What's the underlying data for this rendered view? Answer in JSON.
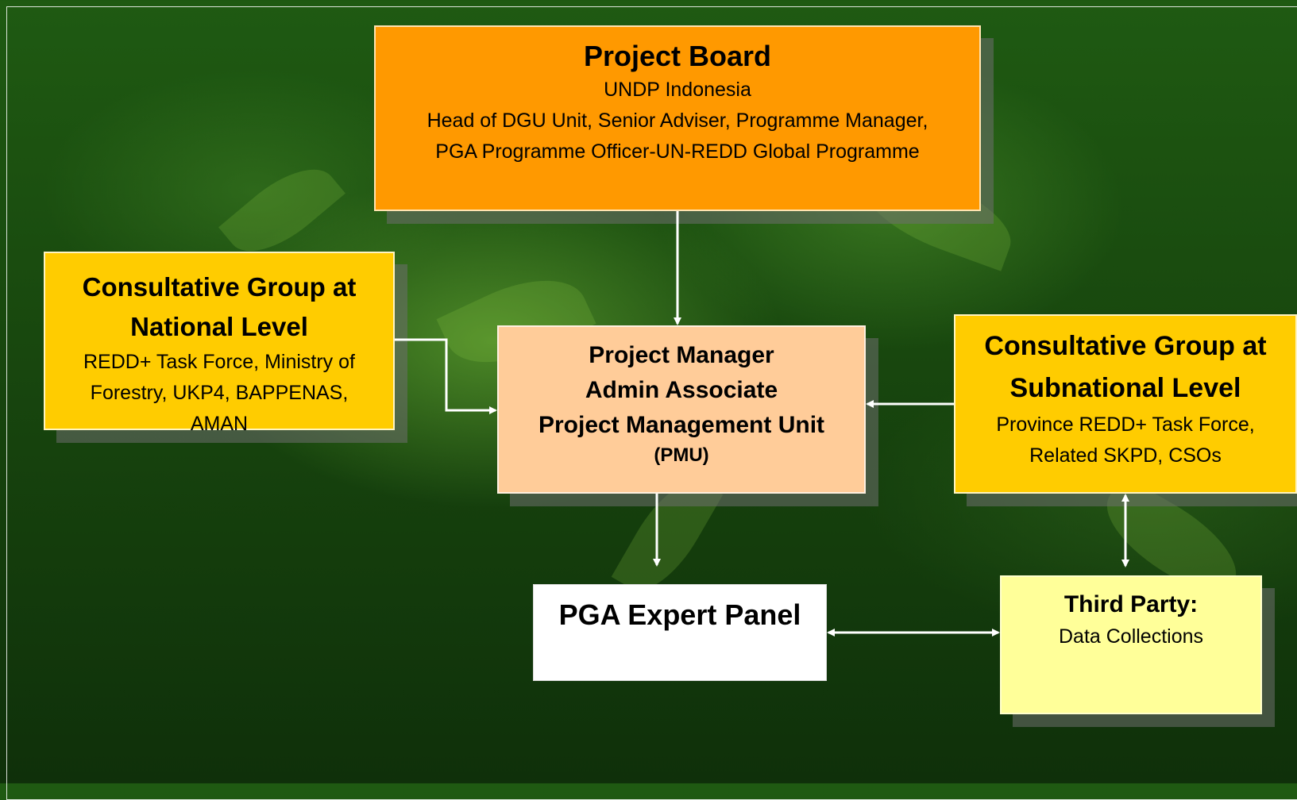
{
  "project_board": {
    "title": "Project Board",
    "subtitle": "UNDP Indonesia",
    "members": "Head of DGU Unit, Senior Adviser, Programme Manager, PGA Programme Officer-UN-REDD Global Programme"
  },
  "national_group": {
    "title": "Consultative Group at National Level",
    "members": "REDD+ Task Force, Ministry of Forestry, UKP4, BAPPENAS, AMAN"
  },
  "pmu": {
    "line1": "Project Manager",
    "line2": "Admin Associate",
    "line3": "Project Management Unit",
    "line4": "(PMU)"
  },
  "subnational_group": {
    "title": "Consultative Group at Subnational Level",
    "members": "Province REDD+ Task Force, Related SKPD, CSOs"
  },
  "expert_panel": {
    "title": "PGA Expert Panel"
  },
  "third_party": {
    "title": "Third Party:",
    "members": "Data Collections"
  },
  "colors": {
    "project_board": "#ff9900",
    "consultative_groups": "#ffcc00",
    "pmu": "#ffcc99",
    "expert_panel": "#ffffff",
    "third_party": "#ffff99",
    "connectors": "#ffffff"
  }
}
